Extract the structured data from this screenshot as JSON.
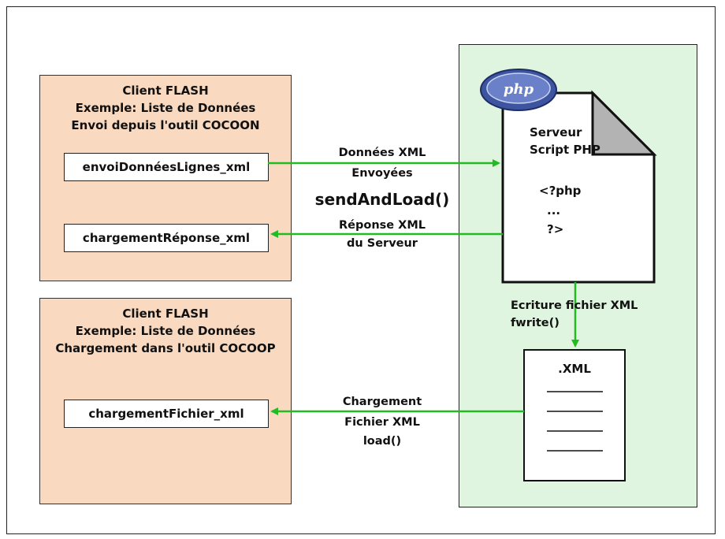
{
  "client1": {
    "title_lines": [
      "Client FLASH",
      "Exemple: Liste de Données",
      "Envoi depuis l'outil COCOON"
    ],
    "var_send": "envoiDonnéesLignes_xml",
    "var_response": "chargementRéponse_xml"
  },
  "client2": {
    "title_lines": [
      "Client FLASH",
      "Exemple: Liste de Données",
      "Chargement dans l'outil COCOOP"
    ],
    "var_load": "chargementFichier_xml"
  },
  "arrows": {
    "send_lines": [
      "Données XML",
      "Envoyées"
    ],
    "send_function": "sendAndLoad()",
    "response_lines": [
      "Réponse XML",
      "du Serveur"
    ],
    "write_lines": [
      "Ecriture fichier XML",
      "fwrite()"
    ],
    "load_lines": [
      "Chargement",
      "Fichier XML",
      "load()"
    ]
  },
  "server": {
    "logo": "php",
    "title_lines": [
      "Serveur",
      "Script PHP"
    ],
    "code_lines": [
      "<?php",
      "...",
      "?>"
    ],
    "xml_file_label": ".XML"
  },
  "colors": {
    "client_fill": "#f9d9bf",
    "server_fill": "#dff5df",
    "arrow": "#22bb22",
    "php_logo": "#4a5fa8"
  }
}
